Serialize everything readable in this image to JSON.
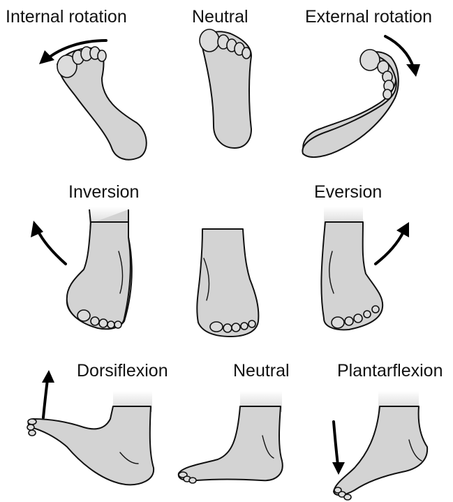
{
  "labels": {
    "internal_rotation": "Internal rotation",
    "neutral_top": "Neutral",
    "external_rotation": "External rotation",
    "inversion": "Inversion",
    "eversion": "Eversion",
    "dorsiflexion": "Dorsiflexion",
    "neutral_bottom": "Neutral",
    "plantarflexion": "Plantarflexion"
  },
  "colors": {
    "skin": "#d3d3d3",
    "outline": "#111111",
    "arrow": "#000000",
    "background": "#ffffff"
  }
}
